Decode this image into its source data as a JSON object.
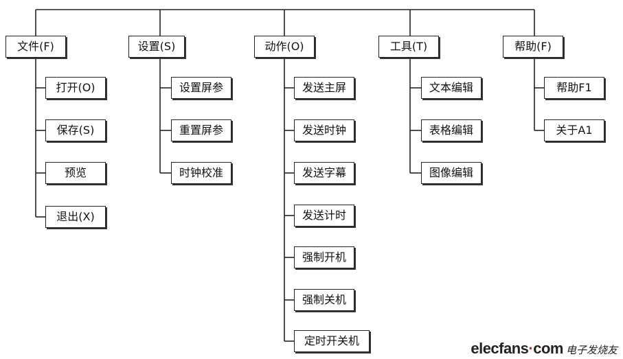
{
  "menus": [
    {
      "label": "文件(F)",
      "items": [
        "打开(O)",
        "保存(S)",
        "预览",
        "退出(X)"
      ]
    },
    {
      "label": "设置(S)",
      "items": [
        "设置屏参",
        "重置屏参",
        "时钟校准"
      ]
    },
    {
      "label": "动作(O)",
      "items": [
        "发送主屏",
        "发送时钟",
        "发送字幕",
        "发送计时",
        "强制开机",
        "强制关机",
        "定时开关机"
      ]
    },
    {
      "label": "工具(T)",
      "items": [
        "文本编辑",
        "表格编辑",
        "图像编辑"
      ]
    },
    {
      "label": "帮助(F)",
      "items": [
        "帮助F1",
        "关于A1"
      ]
    }
  ],
  "watermark": {
    "brand": "elecfans",
    "dot": "·",
    "tld": "com",
    "cn": "电子发烧友"
  }
}
